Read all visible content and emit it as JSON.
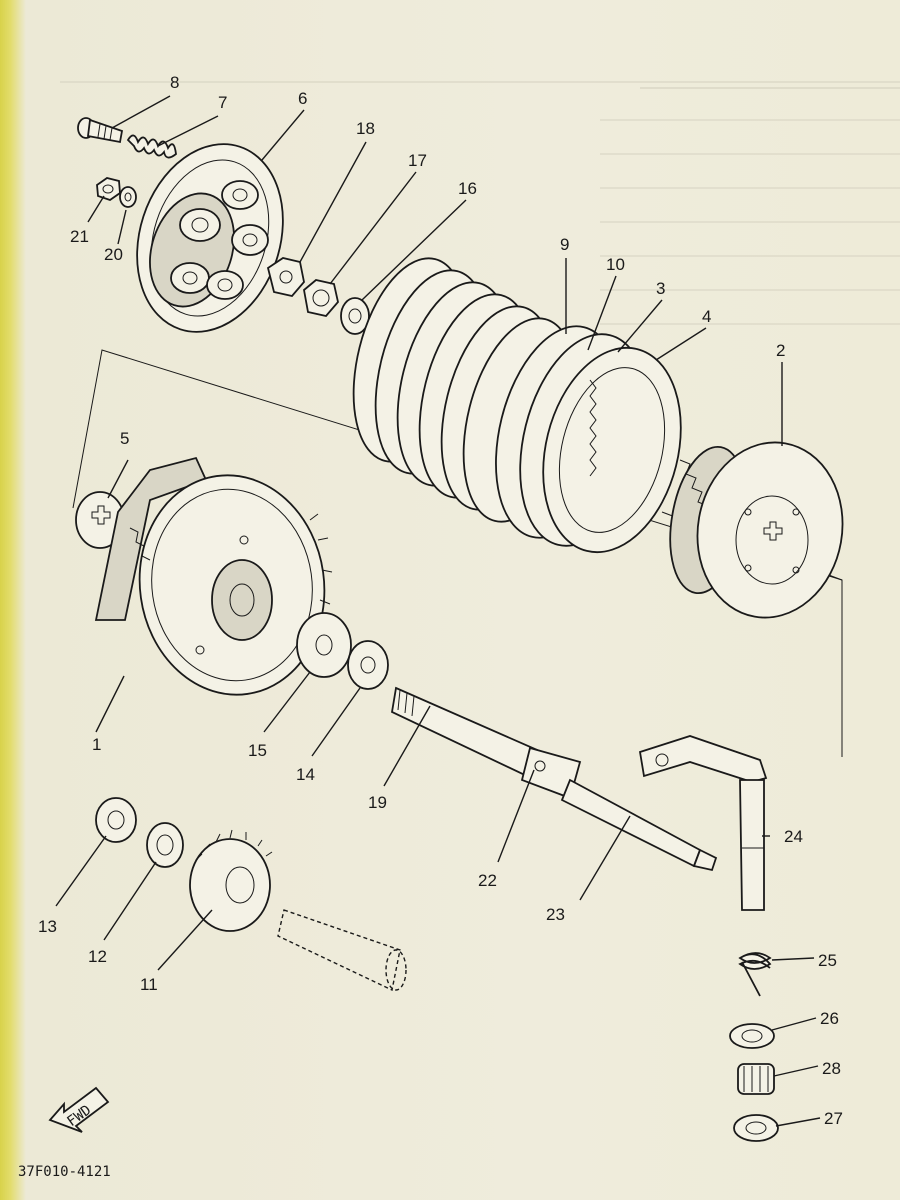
{
  "diagram": {
    "drawing_code": "37F010-4121",
    "direction_label": "FWD",
    "callouts": [
      {
        "id": "c1",
        "label": "1"
      },
      {
        "id": "c2",
        "label": "2"
      },
      {
        "id": "c3",
        "label": "3"
      },
      {
        "id": "c4",
        "label": "4"
      },
      {
        "id": "c5",
        "label": "5"
      },
      {
        "id": "c6",
        "label": "6"
      },
      {
        "id": "c7",
        "label": "7"
      },
      {
        "id": "c8",
        "label": "8"
      },
      {
        "id": "c9",
        "label": "9"
      },
      {
        "id": "c10",
        "label": "10"
      },
      {
        "id": "c11",
        "label": "11"
      },
      {
        "id": "c12",
        "label": "12"
      },
      {
        "id": "c13",
        "label": "13"
      },
      {
        "id": "c14",
        "label": "14"
      },
      {
        "id": "c15",
        "label": "15"
      },
      {
        "id": "c16",
        "label": "16"
      },
      {
        "id": "c17",
        "label": "17"
      },
      {
        "id": "c18",
        "label": "18"
      },
      {
        "id": "c19",
        "label": "19"
      },
      {
        "id": "c20",
        "label": "20"
      },
      {
        "id": "c21",
        "label": "21"
      },
      {
        "id": "c22",
        "label": "22"
      },
      {
        "id": "c23",
        "label": "23"
      },
      {
        "id": "c24",
        "label": "24"
      },
      {
        "id": "c25",
        "label": "25"
      },
      {
        "id": "c26",
        "label": "26"
      },
      {
        "id": "c27",
        "label": "27"
      },
      {
        "id": "c28",
        "label": "28"
      }
    ]
  },
  "colors": {
    "paper": "#efecdc",
    "ink": "#1a1a1a",
    "binding_edge": "#d8d24a",
    "bleed_through": "#c9c6b4"
  }
}
